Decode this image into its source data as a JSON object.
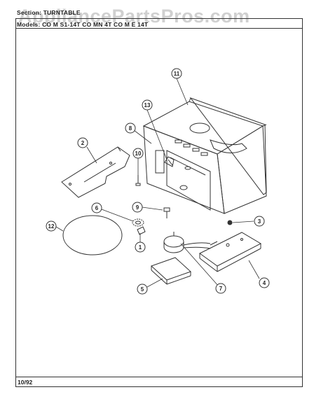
{
  "header": {
    "section": "Section: TURNTABLE",
    "models": "Models: CO M  S1-14T   CO MN 4T   CO  M  E  14T"
  },
  "watermark": "AppliancePartsPros.com",
  "footer": {
    "date": "10/92"
  },
  "callouts": [
    "11",
    "13",
    "8",
    "2",
    "10",
    "9",
    "6",
    "12",
    "1",
    "3",
    "5",
    "7",
    "4"
  ]
}
